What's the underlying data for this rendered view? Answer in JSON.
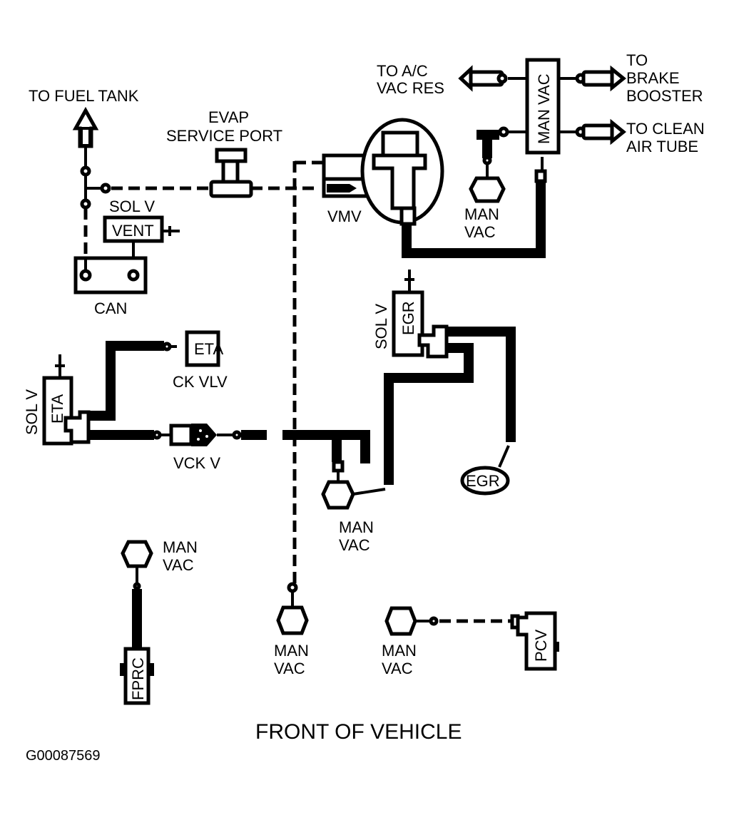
{
  "diagram": {
    "title": "FRONT OF VEHICLE",
    "figure_code": "G00087569",
    "colors": {
      "line": "#000000",
      "background": "#ffffff"
    },
    "labels": {
      "to_fuel_tank": "TO FUEL TANK",
      "evap_line1": "EVAP",
      "evap_line2": "SERVICE PORT",
      "sol_v_vent_label": "SOL V",
      "vent": "VENT",
      "can": "CAN",
      "vmv": "VMV",
      "to_ac_line1": "TO A/C",
      "to_ac_line2": "VAC RES",
      "man_vac_block": "MAN VAC",
      "to_brake_line1": "TO",
      "to_brake_line2": "BRAKE",
      "to_brake_line3": "BOOSTER",
      "to_clean_line1": "TO CLEAN",
      "to_clean_line2": "AIR TUBE",
      "man": "MAN",
      "vac": "VAC",
      "sol_v": "SOL V",
      "egr": "EGR",
      "eta": "ETA",
      "ck_vlv": "CK VLV",
      "vck_v": "VCK V",
      "fprc": "FPRC",
      "pcv": "PCV"
    }
  }
}
